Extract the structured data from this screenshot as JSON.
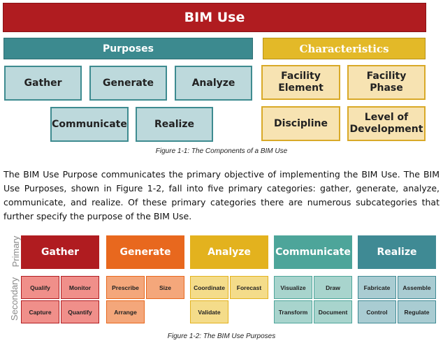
{
  "figure1": {
    "title": "BIM Use",
    "purposes_header": "Purposes",
    "characteristics_header": "Characteristics",
    "purposes": [
      "Gather",
      "Generate",
      "Analyze",
      "Communicate",
      "Realize"
    ],
    "characteristics": [
      "Facility Element",
      "Facility Phase",
      "Discipline",
      "Level of Development"
    ],
    "caption": "Figure 1-1: The Components of a BIM Use"
  },
  "paragraph": "The BIM Use Purpose communicates the primary objective of implementing the BIM Use.  The BIM Use Purposes, shown in Figure 1-2, fall into five primary categories: gather, generate, analyze, communicate, and realize.  Of these primary categories there are numerous subcategories that further specify the purpose of the BIM Use.",
  "figure2": {
    "primary_label": "Primary",
    "secondary_label": "Secondary",
    "groups": [
      {
        "name": "Gather",
        "color": "#b01c20",
        "sub_color": "#f08f8a",
        "items": [
          "Qualify",
          "Monitor",
          "Capture",
          "Quantify"
        ]
      },
      {
        "name": "Generate",
        "color": "#e8681e",
        "sub_color": "#f4a77b",
        "items": [
          "Prescribe",
          "Size",
          "Arrange"
        ]
      },
      {
        "name": "Analyze",
        "color": "#e3b21e",
        "sub_color": "#f4dc8a",
        "items": [
          "Coordinate",
          "Forecast",
          "Validate"
        ]
      },
      {
        "name": "Communicate",
        "color": "#4da59a",
        "sub_color": "#a8d4cd",
        "items": [
          "Visualize",
          "Draw",
          "Transform",
          "Document"
        ]
      },
      {
        "name": "Realize",
        "color": "#3f8a94",
        "sub_color": "#a9ccd2",
        "items": [
          "Fabricate",
          "Assemble",
          "Control",
          "Regulate"
        ]
      }
    ],
    "caption": "Figure 1-2: The BIM Use Purposes"
  }
}
